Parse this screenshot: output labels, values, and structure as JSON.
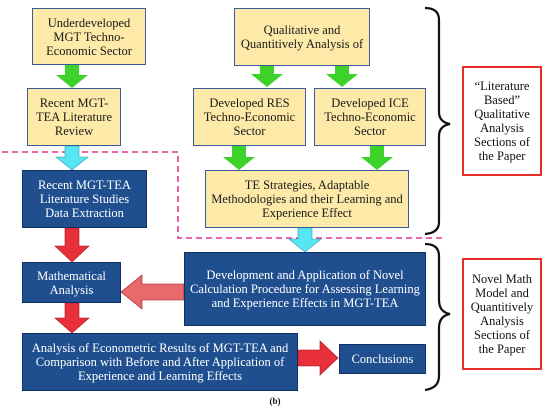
{
  "boxes": {
    "underdeveloped": "Underdeveloped MGT Techno-Economic Sector",
    "qual_quant": "Qualitative and Quantitively Analysis of",
    "recent_review": "Recent MGT-TEA Literature Review",
    "developed_res": "Developed RES Techno-Economic Sector",
    "developed_ice": "Developed ICE Techno-Economic Sector",
    "extraction": "Recent MGT-TEA Literature Studies Data Extraction",
    "te_strategies": "TE Strategies, Adaptable Methodologies and their Learning and Experience Effect",
    "novel_procedure": "Development and Application of Novel Calculation Procedure for Assessing Learning and Experience Effects in MGT-TEA",
    "math_analysis": "Mathematical Analysis",
    "econometric": "Analysis of Econometric Results of MGT-TEA and Comparison with Before and After Application of Experience and Learning Effects",
    "conclusions": "Conclusions"
  },
  "side_labels": {
    "literature": "“Literature Based” Qualitative Analysis Sections of the Paper",
    "math_model": "Novel Math Model and Quantitively Analysis Sections of the Paper"
  },
  "caption": "(b)",
  "colors": {
    "box_fill_yellow": "#fde9a8",
    "box_fill_blue": "#1f4f8f",
    "arrow_green": "#3cd22a",
    "arrow_cyan": "#58e6f2",
    "arrow_red": "#e8303a",
    "divider_magenta": "#e3358f",
    "side_label_border": "#e8302a"
  }
}
